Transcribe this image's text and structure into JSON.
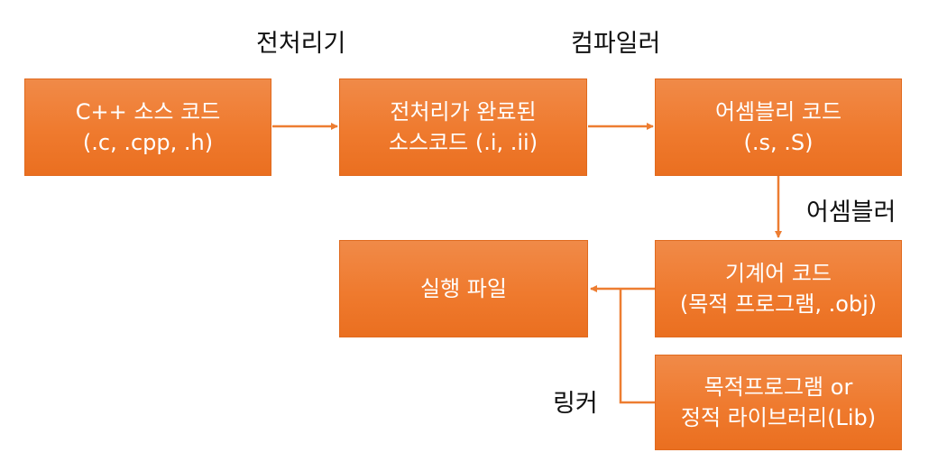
{
  "labels": {
    "preprocessor": "전처리기",
    "compiler": "컴파일러",
    "assembler": "어셈블러",
    "linker": "링커"
  },
  "boxes": {
    "source": {
      "line1": "C++ 소스 코드",
      "line2": "(.c, .cpp, .h)"
    },
    "preprocessed": {
      "line1": "전처리가 완료된",
      "line2": "소스코드 (.i, .ii)"
    },
    "assembly": {
      "line1": "어셈블리 코드",
      "line2": "(.s, .S)"
    },
    "machine": {
      "line1": "기계어 코드",
      "line2": "(목적 프로그램, .obj)"
    },
    "executable": {
      "line1": "실행 파일"
    },
    "library": {
      "line1": "목적프로그램 or",
      "line2": "정적 라이브러리(Lib)"
    }
  },
  "colors": {
    "box_fill": "#ef7a2e",
    "arrow": "#ed7d31",
    "text_on_box": "#ffffff",
    "label_text": "#111111"
  }
}
